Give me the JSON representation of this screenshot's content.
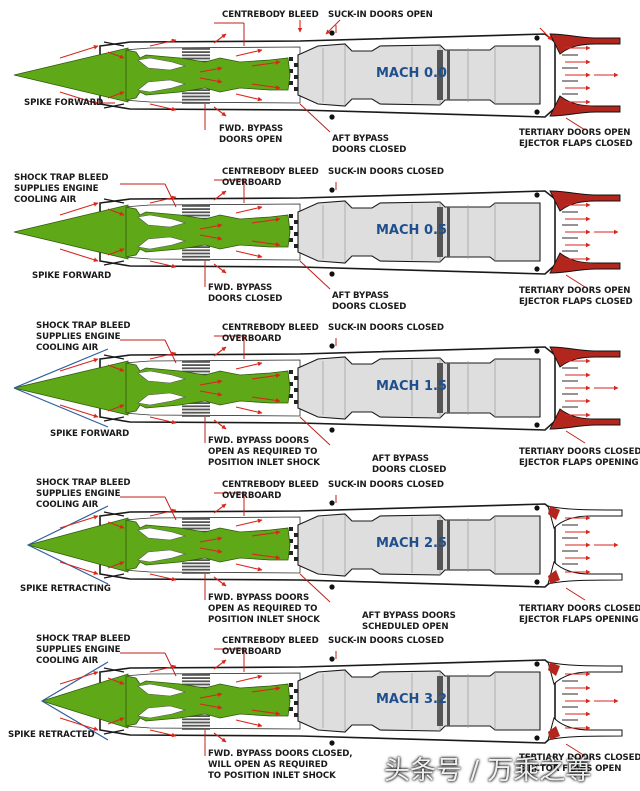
{
  "panels": [
    {
      "mach": "MACH 0.0",
      "labels": {
        "centre": "CENTREBODY BLEED",
        "suck": "SUCK-IN DOORS OPEN",
        "spike": "SPIKE FORWARD",
        "fwd": "FWD. BYPASS\nDOORS OPEN",
        "aft": "AFT BYPASS\nDOORS CLOSED",
        "tert": "TERTIARY DOORS OPEN\nEJECTOR FLAPS CLOSED"
      },
      "spike_state": "forward",
      "shock_cone": false,
      "exhaust": "open"
    },
    {
      "mach": "MACH 0.5",
      "labels": {
        "shock": "SHOCK TRAP BLEED\nSUPPLIES ENGINE\nCOOLING AIR",
        "centre": "CENTREBODY BLEED\nOVERBOARD",
        "suck": "SUCK-IN DOORS CLOSED",
        "spike": "SPIKE FORWARD",
        "fwd": "FWD. BYPASS\nDOORS CLOSED",
        "aft": "AFT BYPASS\nDOORS CLOSED",
        "tert": "TERTIARY DOORS OPEN\nEJECTOR FLAPS CLOSED"
      },
      "spike_state": "forward",
      "shock_cone": false,
      "exhaust": "open"
    },
    {
      "mach": "MACH 1.5",
      "labels": {
        "shock": "SHOCK TRAP BLEED\nSUPPLIES ENGINE\nCOOLING AIR",
        "centre": "CENTREBODY BLEED\nOVERBOARD",
        "suck": "SUCK-IN DOORS CLOSED",
        "spike": "SPIKE FORWARD",
        "fwd": "FWD. BYPASS DOORS\nOPEN AS REQUIRED TO\nPOSITION INLET SHOCK",
        "aft": "AFT BYPASS\nDOORS CLOSED",
        "tert": "TERTIARY DOORS CLOSED\nEJECTOR FLAPS OPENING"
      },
      "spike_state": "forward",
      "shock_cone": true,
      "exhaust": "opening"
    },
    {
      "mach": "MACH 2.5",
      "labels": {
        "shock": "SHOCK TRAP BLEED\nSUPPLIES ENGINE\nCOOLING AIR",
        "centre": "CENTREBODY BLEED\nOVERBOARD",
        "suck": "SUCK-IN DOORS CLOSED",
        "spike": "SPIKE RETRACTING",
        "fwd": "FWD. BYPASS DOORS\nOPEN AS REQUIRED TO\nPOSITION INLET SHOCK",
        "aft": "AFT BYPASS DOORS\nSCHEDULED OPEN",
        "tert": "TERTIARY DOORS CLOSED\nEJECTOR FLAPS OPENING"
      },
      "spike_state": "retracting",
      "shock_cone": true,
      "exhaust": "closed"
    },
    {
      "mach": "MACH 3.2",
      "labels": {
        "shock": "SHOCK TRAP BLEED\nSUPPLIES ENGINE\nCOOLING AIR",
        "centre": "CENTREBODY BLEED\nOVERBOARD",
        "suck": "SUCK-IN DOORS CLOSED",
        "spike": "SPIKE RETRACTED",
        "fwd": "FWD. BYPASS DOORS CLOSED,\nWILL OPEN AS REQUIRED\nTO POSITION INLET SHOCK",
        "tert": "TERTIARY DOORS CLOSED\nEJECTOR FLAPS OPEN"
      },
      "spike_state": "retracted",
      "shock_cone": true,
      "exhaust": "closed"
    }
  ],
  "watermark": "头条号 / 万乘之尊",
  "colors": {
    "spike": "#5fa818",
    "airflow": "#d9261c",
    "engine": "#dedede",
    "outline": "#1a1a1a",
    "shock_line": "#2e5f9c",
    "mach_text": "#1f4f8c",
    "ejector": "#b3261e"
  }
}
